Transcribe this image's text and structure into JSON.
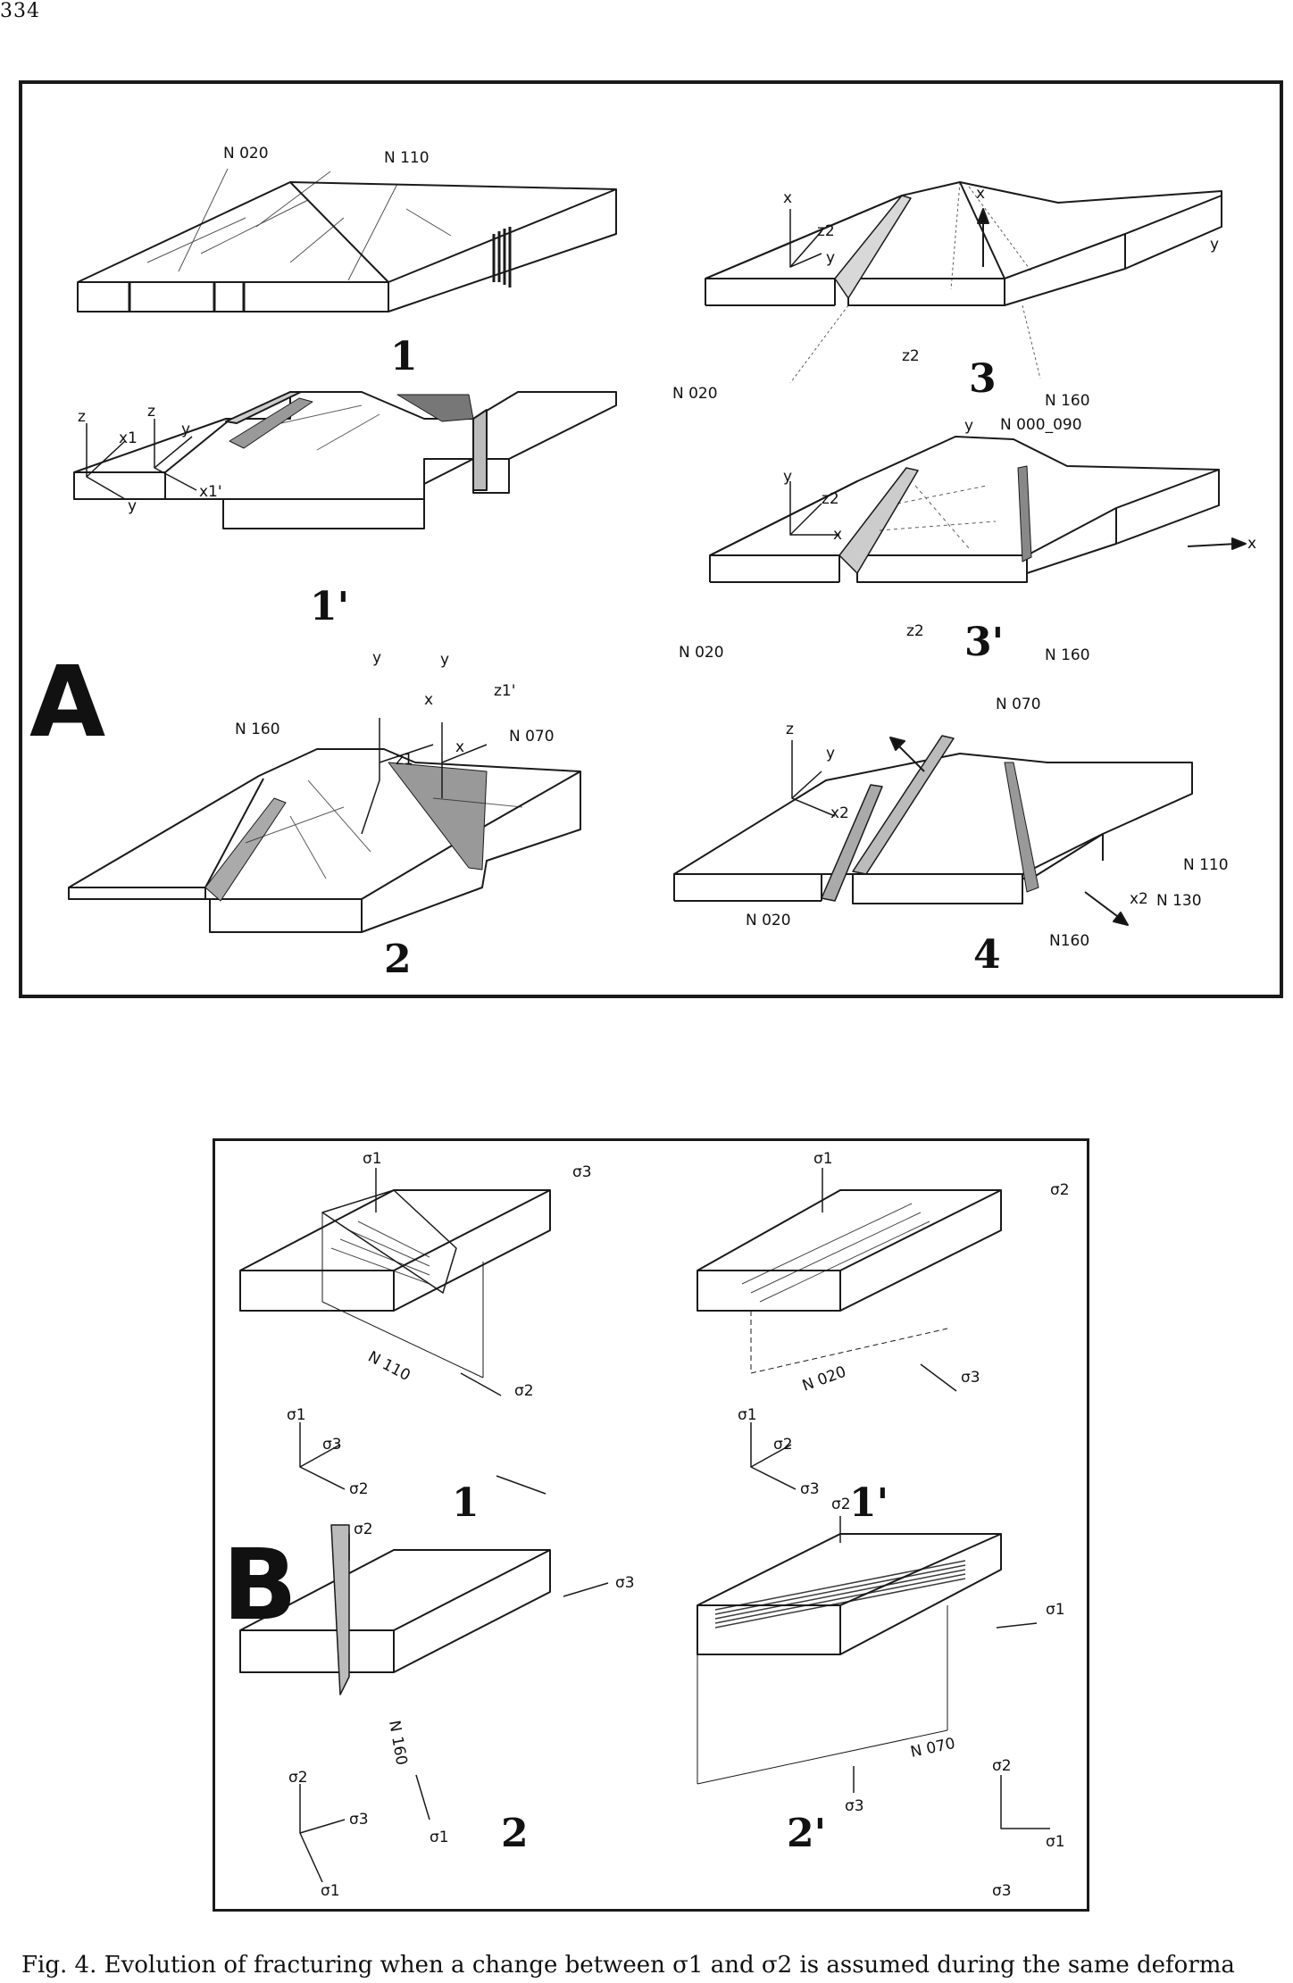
{
  "page": {
    "number": "334"
  },
  "panel_a": {
    "letter": "A",
    "stages": [
      {
        "id": "1",
        "label": "1",
        "annotations": [
          "N 020",
          "N 110"
        ]
      },
      {
        "id": "1prime",
        "label": "1'",
        "annotations": [
          "z",
          "x1",
          "z",
          "y",
          "y",
          "x1'"
        ]
      },
      {
        "id": "2",
        "label": "2",
        "annotations": [
          "N 160",
          "N 070",
          "y",
          "x",
          "y",
          "z1'",
          "z1",
          "x"
        ]
      },
      {
        "id": "3",
        "label": "3",
        "annotations": [
          "N 020",
          "N 160",
          "x",
          "z2",
          "y",
          "x",
          "y",
          "z2"
        ]
      },
      {
        "id": "3prime",
        "label": "3'",
        "annotations": [
          "N 000_090",
          "N 020",
          "N 160",
          "y",
          "z2",
          "x",
          "y",
          "x",
          "z2"
        ]
      },
      {
        "id": "4",
        "label": "4",
        "annotations": [
          "N 070",
          "N 110",
          "N 130",
          "N 020",
          "N160",
          "z",
          "y",
          "x2",
          "x2"
        ]
      }
    ]
  },
  "panel_b": {
    "letter": "B",
    "stages": [
      {
        "id": "1",
        "label": "1",
        "annotations": [
          "σ1",
          "σ3",
          "σ2",
          "N 110",
          "σ1",
          "σ3",
          "σ2"
        ]
      },
      {
        "id": "1prime",
        "label": "1'",
        "annotations": [
          "σ1",
          "σ2",
          "σ3",
          "N 020",
          "σ1",
          "σ2",
          "σ3"
        ]
      },
      {
        "id": "2",
        "label": "2",
        "annotations": [
          "σ2",
          "σ3",
          "N 160",
          "σ1",
          "σ2",
          "σ3",
          "σ1"
        ]
      },
      {
        "id": "2prime",
        "label": "2'",
        "annotations": [
          "σ2",
          "σ1",
          "N 070",
          "σ3",
          "σ2",
          "σ1",
          "σ3"
        ]
      }
    ]
  },
  "caption": "Fig. 4. Evolution of fracturing when a change between σ1 and σ2 is assumed during the same deforma"
}
